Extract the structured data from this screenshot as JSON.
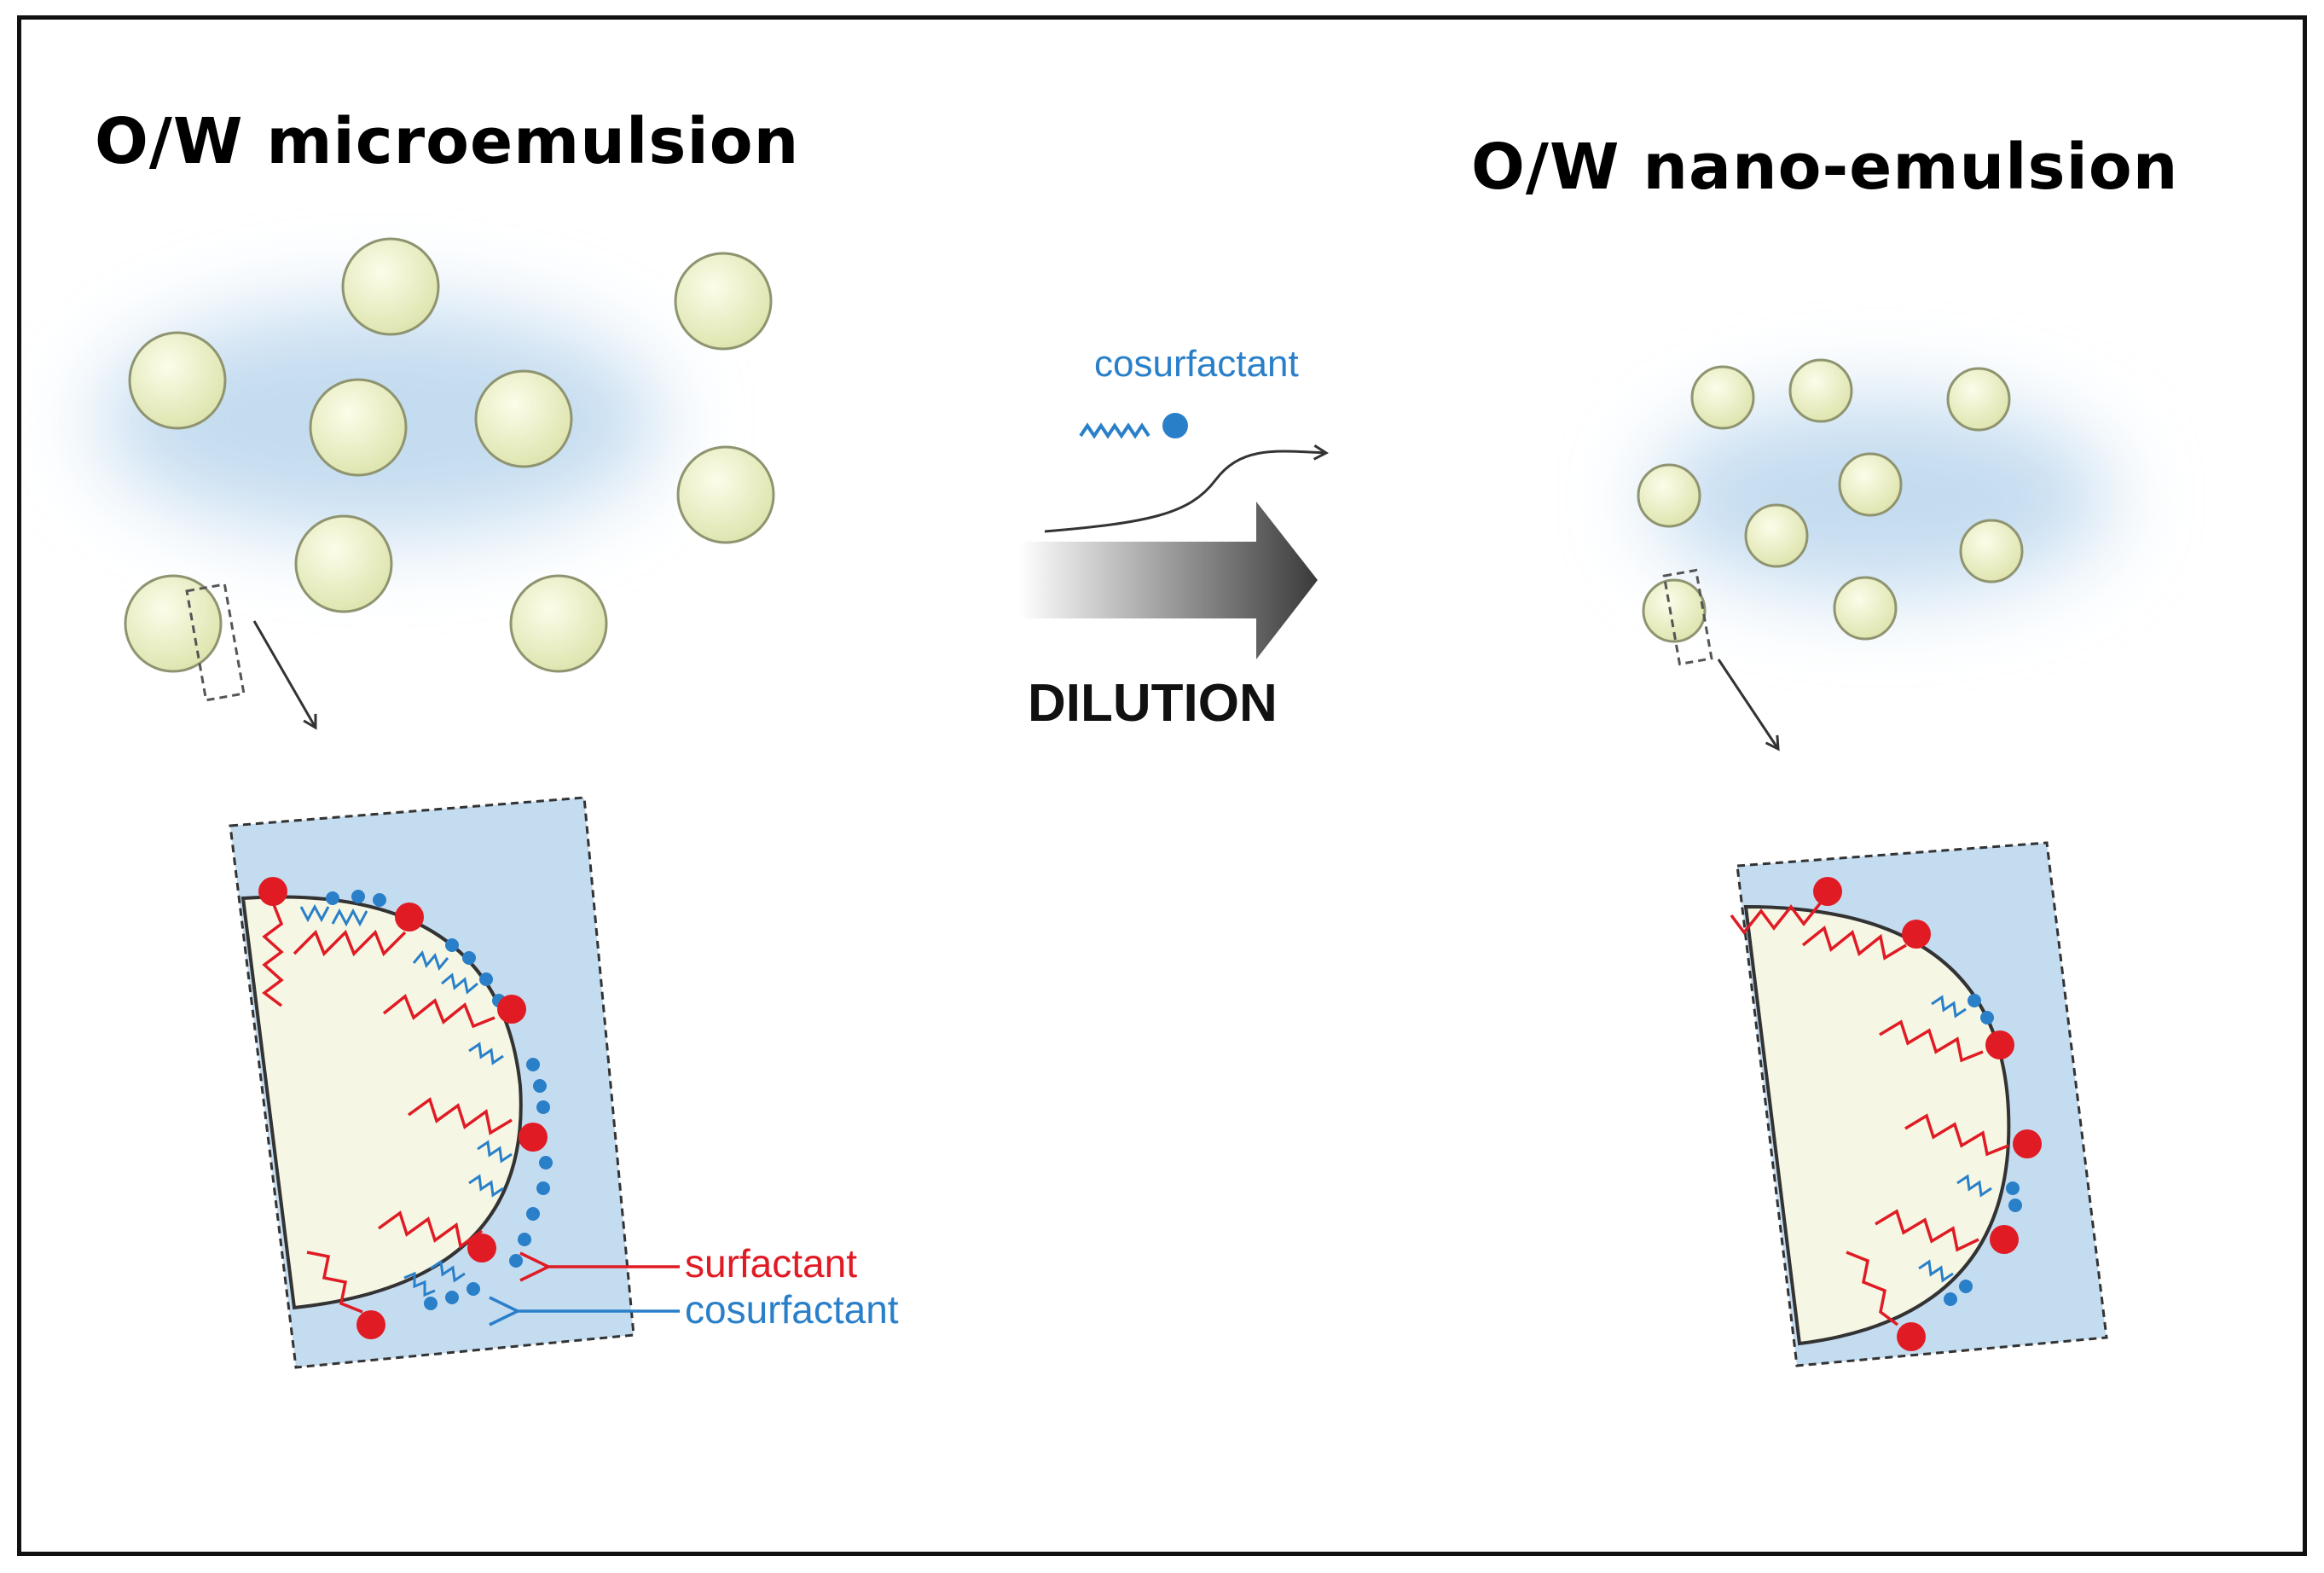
{
  "left_panel": {
    "title": "O/W microemulsion",
    "legend_surfactant": "surfactant",
    "legend_cosurfactant": "cosurfactant"
  },
  "right_panel": {
    "title": "O/W nano-emulsion"
  },
  "process": {
    "label": "DILUTION",
    "released_label": "cosurfactant"
  },
  "colors": {
    "surfactant": "#e01b24",
    "cosurfactant": "#2a7fc9",
    "oil_droplet": "#e9edc4",
    "water": "#c4dcf0"
  }
}
